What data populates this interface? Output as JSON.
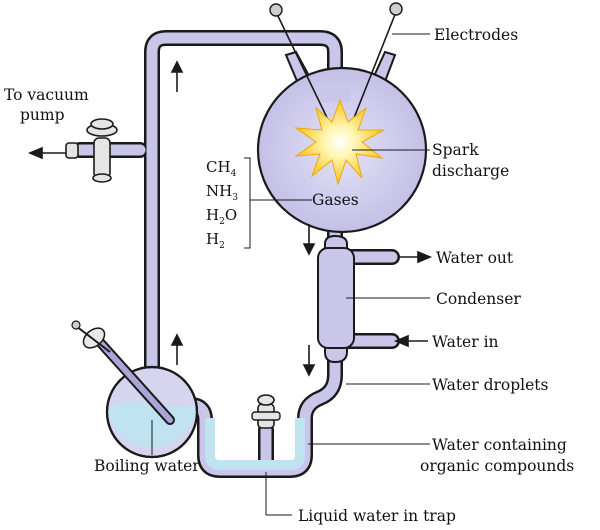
{
  "labels": {
    "electrodes": "Electrodes",
    "to_vacuum_line1": "To vacuum",
    "to_vacuum_line2": "pump",
    "spark_line1": "Spark",
    "spark_line2": "discharge",
    "gases": "Gases",
    "water_out": "Water out",
    "condenser": "Condenser",
    "water_in": "Water in",
    "water_droplets": "Water droplets",
    "water_containing_line1": "Water containing",
    "water_containing_line2": "organic compounds",
    "boiling_water": "Boiling water",
    "liquid_water_trap": "Liquid water in trap"
  },
  "formulas": [
    {
      "base": "CH",
      "sub": "4",
      "rest": ""
    },
    {
      "base": "NH",
      "sub": "3",
      "rest": ""
    },
    {
      "base": "H",
      "sub": "2",
      "rest": "O"
    },
    {
      "base": "H",
      "sub": "2",
      "rest": ""
    }
  ],
  "colors": {
    "glass": "#c9c6ea",
    "glass_dark": "#a9a5d6",
    "outline": "#1a1a1a",
    "water": "#bfe3f0",
    "water_light": "#e6f5fb",
    "spark_outer": "#f6c51c",
    "spark_inner": "#fff7c8"
  }
}
